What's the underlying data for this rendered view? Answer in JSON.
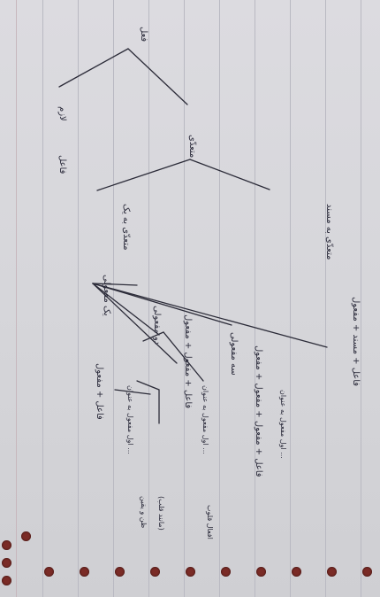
{
  "notes": {
    "root": "فعل",
    "lazem": "لازم",
    "fael_1": "فاعل",
    "moteaddi": "متعدّی",
    "moteaddi_be_yek": "متعدّی به یک",
    "mafool_1": "یک مفعولی",
    "fael_mafool": "فاعل + مفعول",
    "do_mafooli": "دو مفعولی",
    "fael_mafool_mafool": "فاعل + مفعول + مفعول",
    "se_mafooli": "سه مفعولی",
    "fael_mafool_mafool_mafool": "فاعل + مفعول + مفعول + مفعول",
    "moteaddi_be_mosnad": "متعدّی به مسند",
    "fael_mosnad_mafool": "فاعل + مسند + مفعول",
    "avval_mafool_1": "اول مفعول به عنوان ...",
    "avval_mafool_2": "اول مفعول به عنوان ...",
    "avval_mafool_3": "اول مفعول به عنوان ...",
    "note_1": "ظن و یقین",
    "note_2": "(مانند قلب)",
    "note_3": "افعال قلوب"
  }
}
